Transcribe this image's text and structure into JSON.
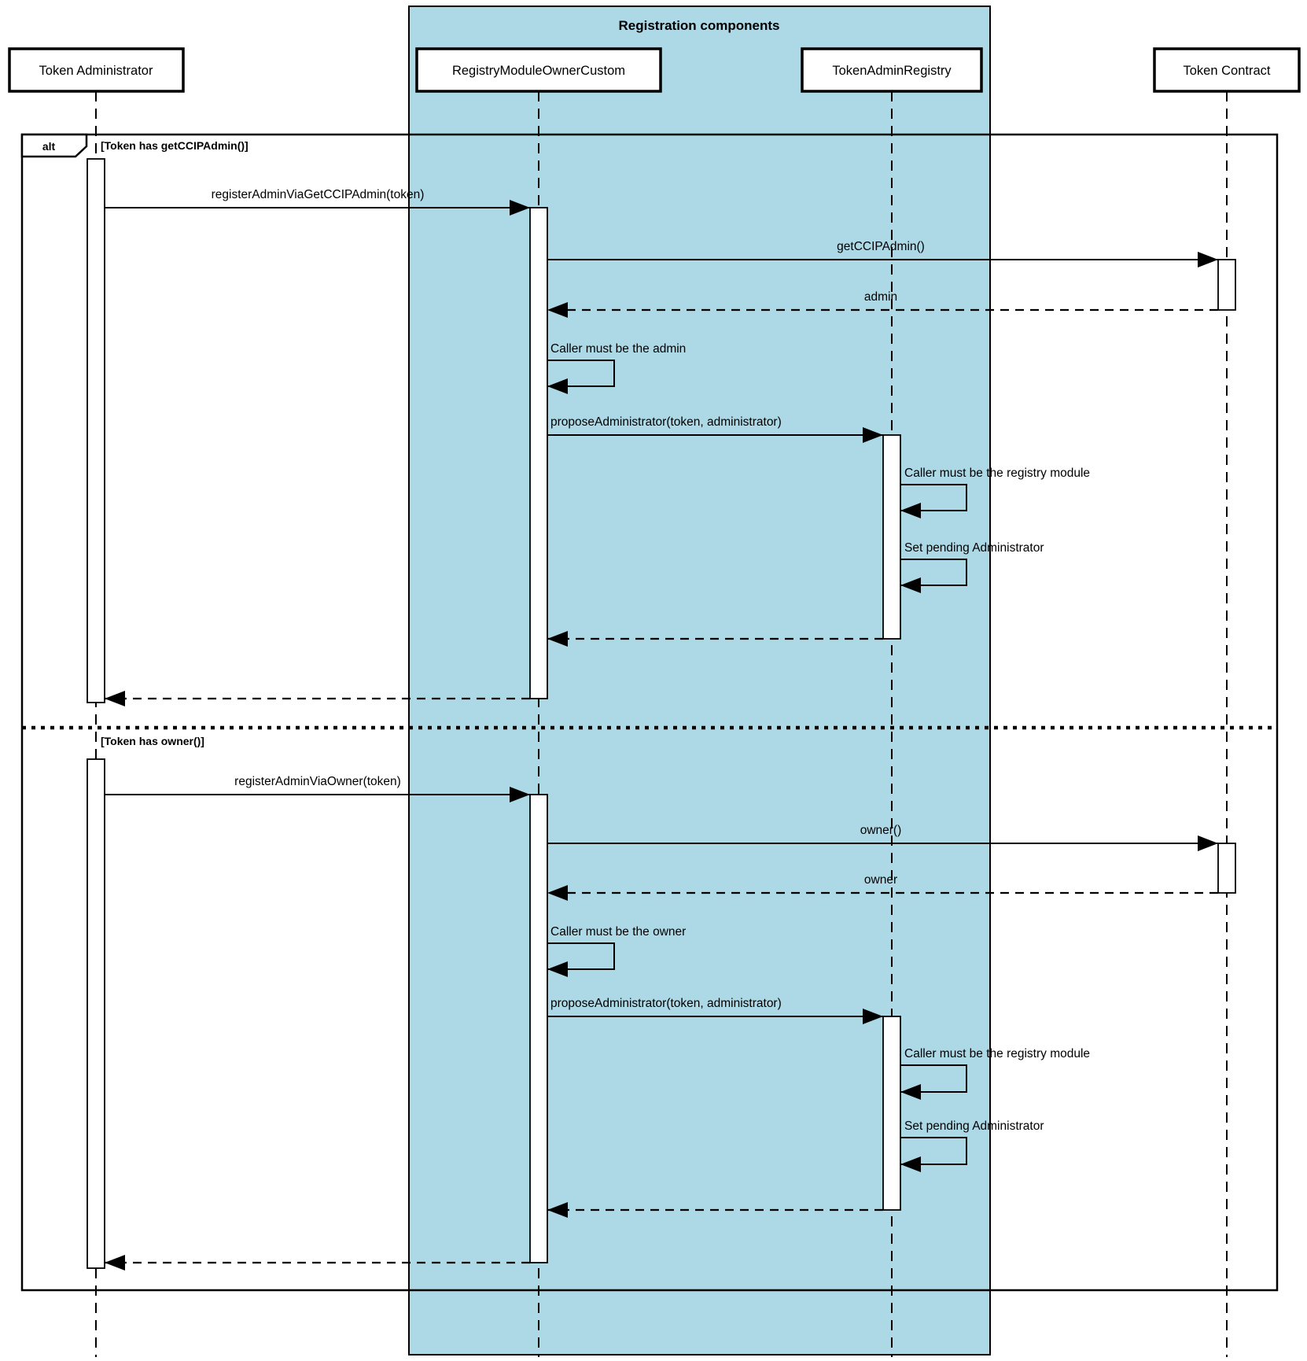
{
  "diagram": {
    "type": "uml-sequence",
    "container": {
      "title": "Registration components"
    },
    "participants": [
      {
        "id": "token-administrator",
        "label": "Token Administrator"
      },
      {
        "id": "registry-module-owner-custom",
        "label": "RegistryModuleOwnerCustom"
      },
      {
        "id": "token-admin-registry",
        "label": "TokenAdminRegistry"
      },
      {
        "id": "token-contract",
        "label": "Token Contract"
      }
    ],
    "alt_frame": {
      "operator": "alt",
      "guards": [
        "[Token has getCCIPAdmin()]",
        "[Token has owner()]"
      ]
    },
    "messages": {
      "register_via_ccip_admin": "registerAdminViaGetCCIPAdmin(token)",
      "get_ccip_admin": "getCCIPAdmin()",
      "admin_return": "admin",
      "caller_must_be_admin": "Caller must be the admin",
      "propose_administrator": "proposeAdministrator(token, administrator)",
      "caller_must_be_registry_module": "Caller must be the registry module",
      "set_pending_administrator": "Set pending Administrator",
      "register_via_owner": "registerAdminViaOwner(token)",
      "owner_call": "owner()",
      "owner_return": "owner",
      "caller_must_be_owner": "Caller must be the owner"
    },
    "colors": {
      "registration_components_fill": "#ADD8E6",
      "line": "#000000",
      "background": "#FFFFFF"
    }
  }
}
